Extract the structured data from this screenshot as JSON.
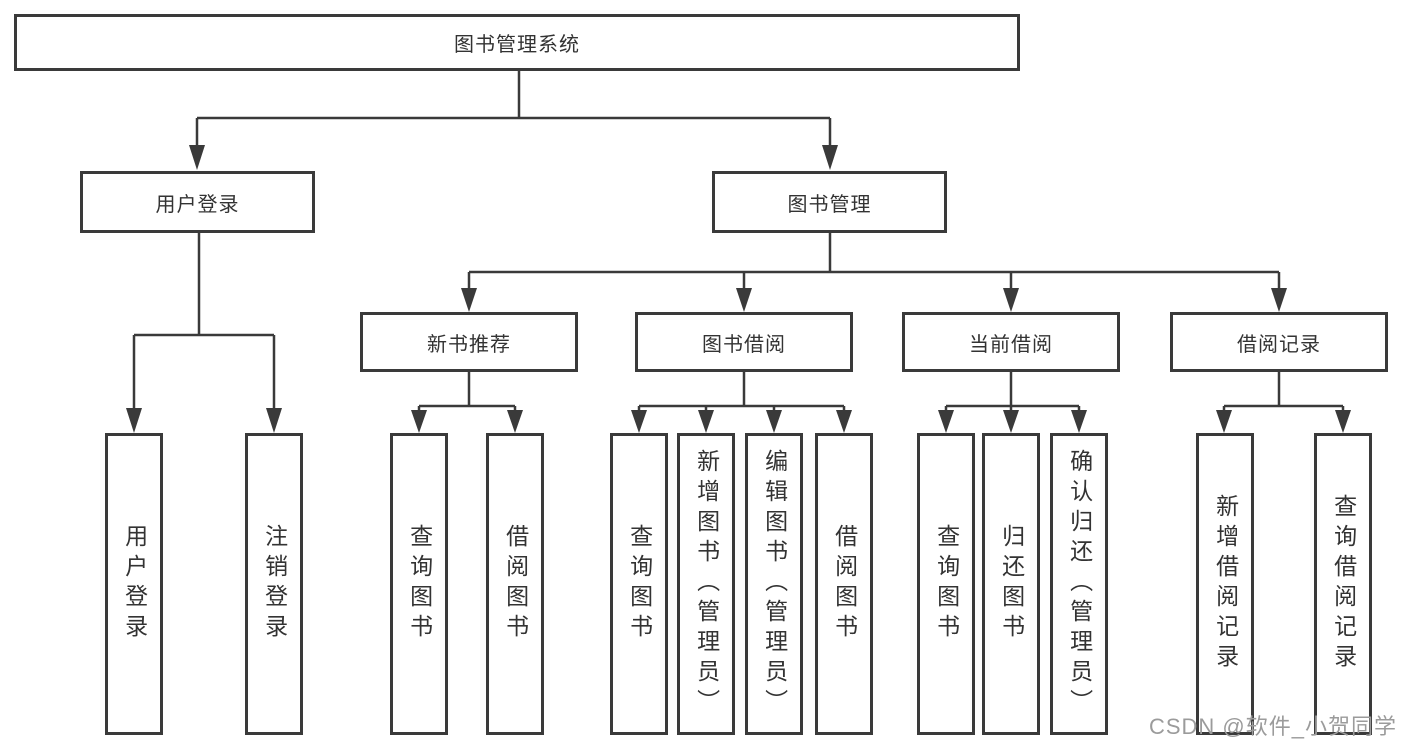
{
  "tree": {
    "root": {
      "label": "图书管理系统"
    },
    "children": [
      {
        "label": "用户登录",
        "children": [
          {
            "label": "用户登录"
          },
          {
            "label": "注销登录"
          }
        ]
      },
      {
        "label": "图书管理",
        "children": [
          {
            "label": "新书推荐",
            "children": [
              {
                "label": "查询图书"
              },
              {
                "label": "借阅图书"
              }
            ]
          },
          {
            "label": "图书借阅",
            "children": [
              {
                "label": "查询图书"
              },
              {
                "label": "新增图书（管理员）"
              },
              {
                "label": "编辑图书（管理员）"
              },
              {
                "label": "借阅图书"
              }
            ]
          },
          {
            "label": "当前借阅",
            "children": [
              {
                "label": "查询图书"
              },
              {
                "label": "归还图书"
              },
              {
                "label": "确认归还（管理员）"
              }
            ]
          },
          {
            "label": "借阅记录",
            "children": [
              {
                "label": "新增借阅记录"
              },
              {
                "label": "查询借阅记录"
              }
            ]
          }
        ]
      }
    ]
  },
  "watermark": {
    "text": "CSDN @软件_小贺同学"
  },
  "colors": {
    "line": "#3a3a3a",
    "box_border": "#3a3a3a",
    "text": "#333333",
    "background": "#ffffff",
    "watermark": "#9b9b9b"
  }
}
